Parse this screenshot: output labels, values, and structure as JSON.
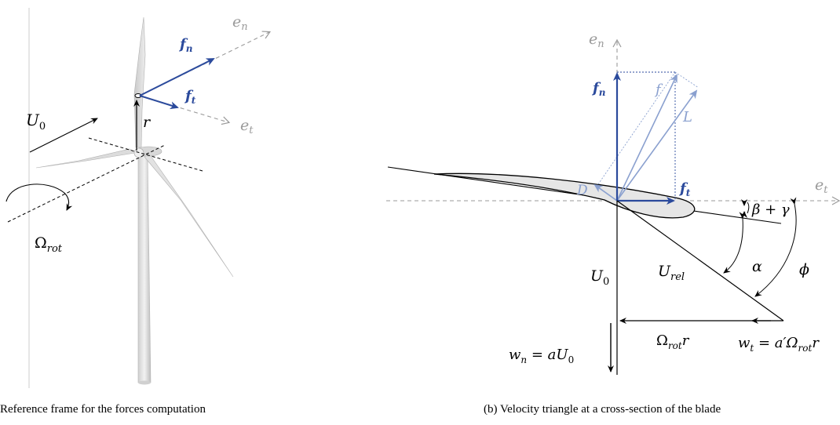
{
  "left_panel": {
    "caption": "Reference frame for the forces computation",
    "labels": {
      "e_n": "e",
      "e_n_sub": "n",
      "e_t": "e",
      "e_t_sub": "t",
      "f_n": "f",
      "f_n_sub": "n",
      "f_t": "f",
      "f_t_sub": "t",
      "U0": "U",
      "U0_sub": "0",
      "r": "r",
      "omega": "Ω",
      "omega_sub": "rot"
    }
  },
  "right_panel": {
    "caption": "(b)  Velocity triangle at a cross-section of the blade",
    "labels": {
      "e_n": "e",
      "e_n_sub": "n",
      "e_t": "e",
      "e_t_sub": "t",
      "f_n": "f",
      "f_n_sub": "n",
      "f_t": "f",
      "f_t_sub": "t",
      "f": "f",
      "L": "L",
      "D": "D",
      "beta_gamma": "β + γ",
      "alpha": "α",
      "phi": "ϕ",
      "U_rel": "U",
      "U_rel_sub": "rel",
      "U0": "U",
      "U0_sub": "0",
      "omega_r": "Ω",
      "omega_r_sub": "rot",
      "omega_r_tail": "r",
      "wt_lhs": "w",
      "wt_lhs_sub": "t",
      "wt_rhs": " = a′Ω",
      "wt_rhs_sub": "rot",
      "wt_tail": "r",
      "wn_lhs": "w",
      "wn_lhs_sub": "n",
      "wn_rhs": " = aU",
      "wn_rhs_sub": "0"
    }
  },
  "colors": {
    "force_blue": "#2b4a9c",
    "light_blue": "#8aa0cf",
    "axis_gray": "#9a9a9a",
    "airfoil_fill": "#e6e6e6"
  }
}
